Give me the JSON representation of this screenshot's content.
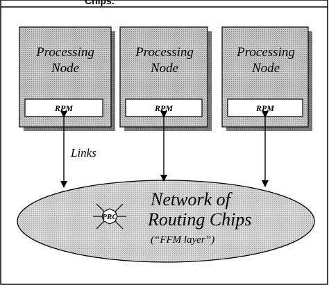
{
  "caption": {
    "text": "Chips."
  },
  "nodes": [
    {
      "line1": "Processing",
      "line2": "Node",
      "rpm": "RPM"
    },
    {
      "line1": "Processing",
      "line2": "Node",
      "rpm": "RPM"
    },
    {
      "line1": "Processing",
      "line2": "Node",
      "rpm": "RPM"
    }
  ],
  "links": {
    "label": "Links"
  },
  "network": {
    "line1": "Network of",
    "line2": "Routing Chips",
    "sublabel": "(“FFM layer”)",
    "chip_label": "PRC"
  },
  "colors": {
    "node_fill": "#b4b4b4",
    "node_shadow": "#6e6e6e",
    "network_fill": "#c8c8c8",
    "frame": "#000000"
  }
}
